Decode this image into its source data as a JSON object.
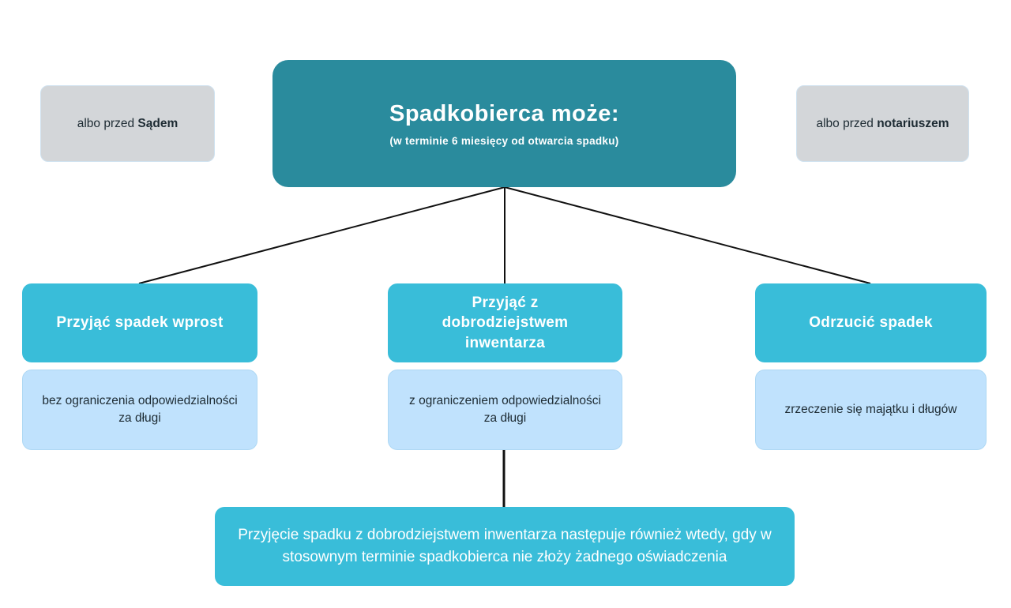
{
  "diagram": {
    "title": "Spadkobierca może:",
    "subtitle": "(w terminie 6 miesięcy od otwarcia spadku)",
    "side_notes": {
      "left": {
        "prefix": "albo przed ",
        "bold": "Sądem"
      },
      "right": {
        "prefix": "albo przed ",
        "bold": "notariuszem"
      }
    },
    "options": [
      {
        "title": "Przyjąć spadek wprost",
        "detail": "bez ograniczenia odpowiedzialności za długi"
      },
      {
        "title": "Przyjąć z dobrodziejstwem inwentarza",
        "detail": "z ograniczeniem odpowiedzialności za długi"
      },
      {
        "title": "Odrzucić spadek",
        "detail": "zrzeczenie się majątku i długów"
      }
    ],
    "footer": "Przyjęcie spadku z dobrodziejstwem inwentarza następuje również wtedy, gdy w stosownym terminie spadkobierca nie złoży żadnego oświadczenia",
    "colors": {
      "root_box": "#2a8b9d",
      "option_box": "#39bdd9",
      "detail_box": "#c0e2fd",
      "side_note_box": "#d3d6d9",
      "connector_line": "#111111",
      "text_dark": "#1d2b33",
      "text_light": "#ffffff"
    }
  }
}
